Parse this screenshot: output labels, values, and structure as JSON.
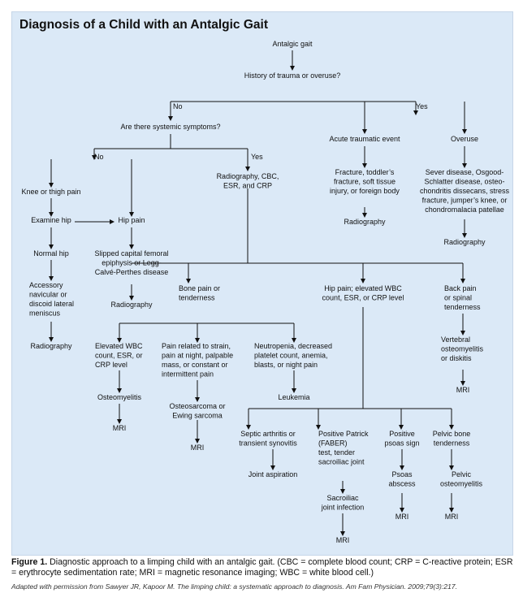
{
  "title": "Diagnosis of a Child with an Antalgic Gait",
  "nodes": {
    "antalgic": "Antalgic gait",
    "history": "History of trauma or overuse?",
    "no1": "No",
    "yes1": "Yes",
    "systemic": "Are there systemic symptoms?",
    "acute": "Acute traumatic event",
    "overuse": "Overuse",
    "no2": "No",
    "yes2": "Yes",
    "fracture": [
      "Fracture, toddler’s",
      "fracture, soft tissue",
      "injury, or foreign body"
    ],
    "radiography_frac": "Radiography",
    "sever": [
      "Sever disease, Osgood-",
      "Schlatter disease, osteo-",
      "chondritis dissecans, stress",
      "fracture, jumper’s knee, or",
      "chondromalacia patellae"
    ],
    "radiography_sever": "Radiography",
    "knee": "Knee or thigh pain",
    "radcbc": [
      "Radiography, CBC,",
      "ESR, and CRP"
    ],
    "examine": "Examine hip",
    "hippain": "Hip pain",
    "normalhip": "Normal hip",
    "slipped": [
      "Slipped capital femoral",
      "epiphysis or Legg-",
      "Calvé-Perthes disease"
    ],
    "accessory": [
      "Accessory",
      "navicular or",
      "discoid lateral",
      "meniscus"
    ],
    "radiography_slipped": "Radiography",
    "radiography_acc": "Radiography",
    "bonepain": [
      "Bone pain or",
      "tenderness"
    ],
    "hipwbc": [
      "Hip pain; elevated WBC",
      "count, ESR, or CRP level"
    ],
    "backpain": [
      "Back pain",
      "or spinal",
      "tenderness"
    ],
    "vertebral": [
      "Vertebral",
      "osteomyelitis",
      "or diskitis"
    ],
    "mri_vert": "MRI",
    "elevated": [
      "Elevated WBC",
      "count, ESR, or",
      "CRP level"
    ],
    "strain": [
      "Pain related to strain,",
      "pain at night, palpable",
      "mass, or constant or",
      "intermittent pain"
    ],
    "neutropenia": [
      "Neutropenia, decreased",
      "platelet count, anemia,",
      "blasts, or night pain"
    ],
    "osteomyelitis": "Osteomyelitis",
    "leukemia": "Leukemia",
    "mri_osteo": "MRI",
    "osteosarcoma": [
      "Osteosarcoma or",
      "Ewing sarcoma"
    ],
    "mri_sarcoma": "MRI",
    "septic": [
      "Septic arthritis or",
      "transient synovitis"
    ],
    "patrick": [
      "Positive Patrick",
      "(FABER)",
      "test, tender",
      "sacroiliac joint"
    ],
    "psoas": [
      "Positive",
      "psoas sign"
    ],
    "pelvicbone": [
      "Pelvic bone",
      "tenderness"
    ],
    "aspiration": "Joint aspiration",
    "psoasabscess": [
      "Psoas",
      "abscess"
    ],
    "pelvicosteo": [
      "Pelvic",
      "osteomyelitis"
    ],
    "sacroiliac": [
      "Sacroiliac",
      "joint infection"
    ],
    "mri_psoas": "MRI",
    "mri_pelvic": "MRI",
    "mri_sacro": "MRI"
  },
  "caption": {
    "label": "Figure 1.",
    "text": " Diagnostic approach to a limping child with an antalgic gait. (CBC = complete blood count; CRP = C-reactive protein; ESR = erythrocyte sedimentation rate; MRI = magnetic resonance imaging; WBC = white blood cell.)"
  },
  "credit": "Adapted with permission from Sawyer JR, Kapoor M. The limping child: a systematic approach to diagnosis. Am Fam Physician. 2009;79(3):217."
}
